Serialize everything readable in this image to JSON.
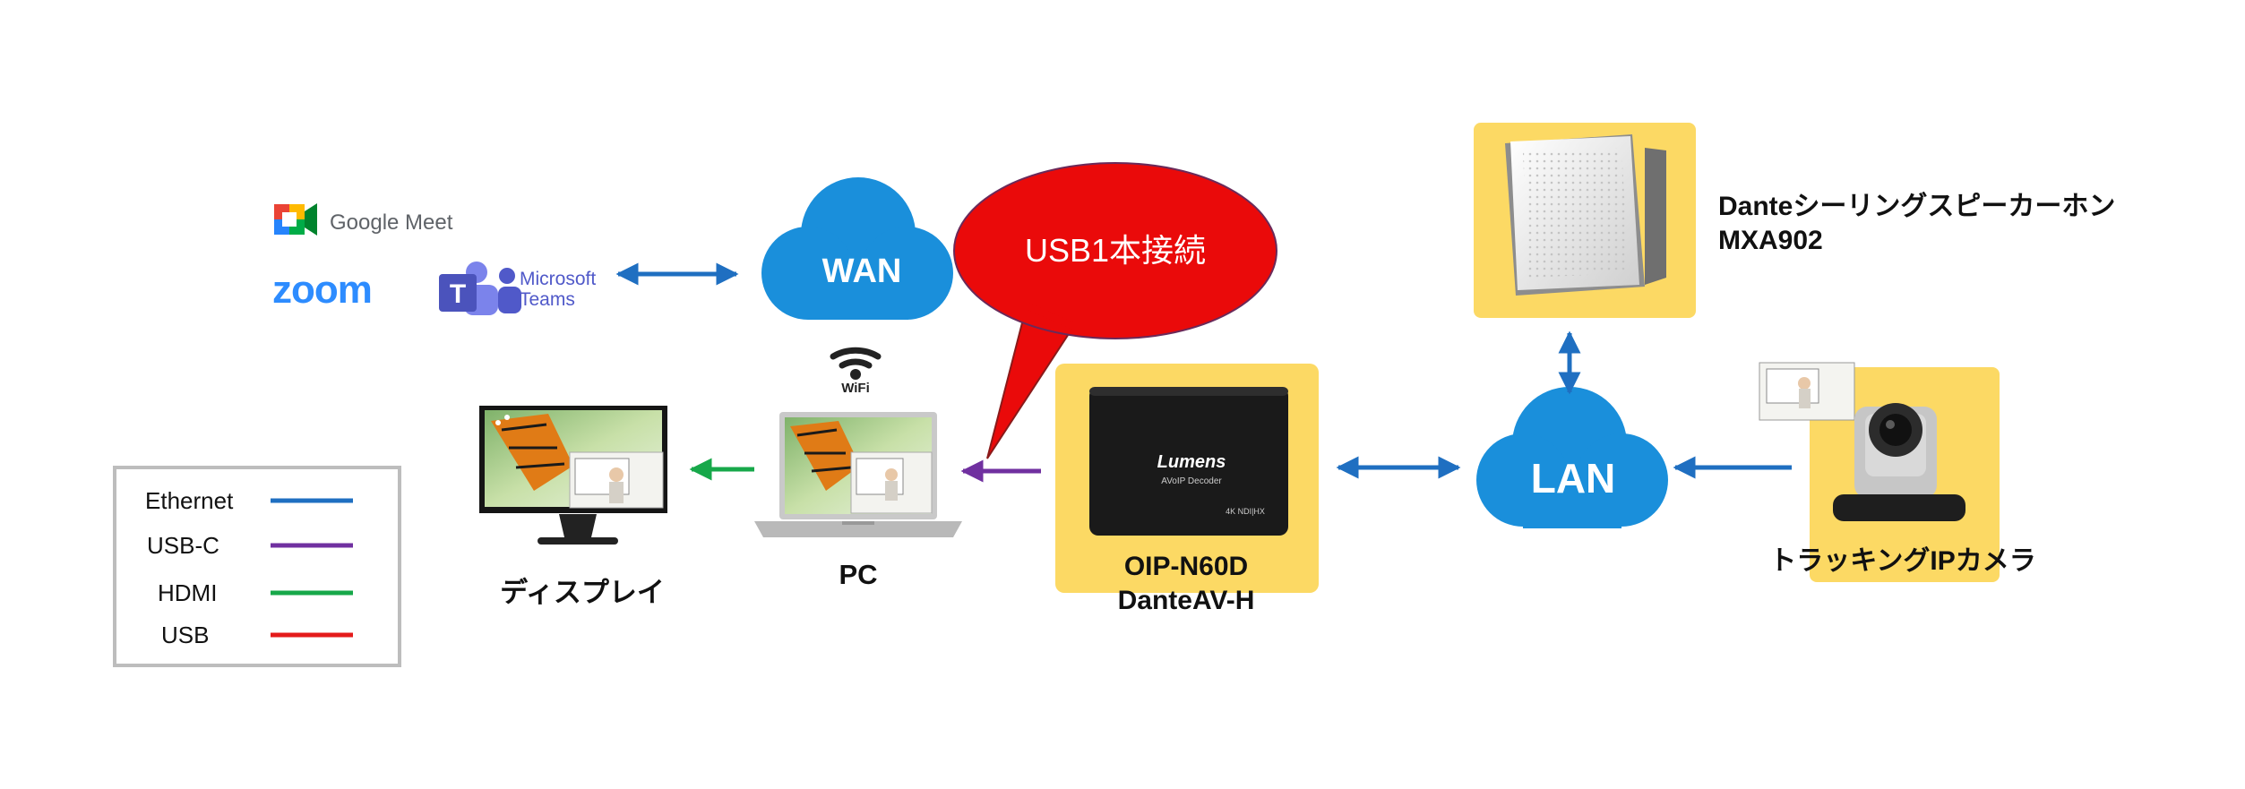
{
  "apps": {
    "google_meet": "Google Meet",
    "zoom": "zoom",
    "teams_line1": "Microsoft",
    "teams_line2": "Teams"
  },
  "wan_label": "WAN",
  "wifi_label": "WiFi",
  "lan_label": "LAN",
  "callout_text": "USB1本接続",
  "pc_label": "PC",
  "display_label": "ディスプレイ",
  "decoder": {
    "brand": "Lumens",
    "subtitle": "AVoIP Decoder",
    "badge": "4K NDI|HX",
    "label_line1": "OIP-N60D",
    "label_line2": "DanteAV-H"
  },
  "speaker": {
    "label_line1": "Danteシーリングスピーカーホン",
    "label_line2": "MXA902"
  },
  "camera_label": "トラッキングIPカメラ",
  "legend": [
    {
      "label": "Ethernet",
      "color": "#1f6fc1"
    },
    {
      "label": "USB-C",
      "color": "#7030a0"
    },
    {
      "label": "HDMI",
      "color": "#17a84a"
    },
    {
      "label": "USB",
      "color": "#e41b1b"
    }
  ],
  "colors": {
    "ethernet": "#1f6fc1",
    "usbc": "#7030a0",
    "hdmi": "#17a84a",
    "usb": "#e41b1b",
    "cloud": "#1a8fdb",
    "highlight": "#fcd964",
    "callout": "#ea0a0a"
  }
}
